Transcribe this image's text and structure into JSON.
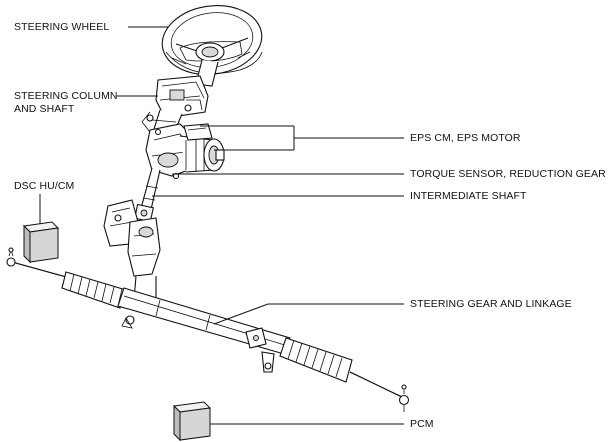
{
  "labels": {
    "steering_wheel": "STEERING WHEEL",
    "steering_column_line1": "STEERING COLUMN",
    "steering_column_line2": "AND SHAFT",
    "dsc_hu_cm": "DSC HU/CM",
    "eps_cm_motor": "EPS CM, EPS MOTOR",
    "torque_sensor": "TORQUE SENSOR, REDUCTION GEAR",
    "intermediate_shaft": "INTERMEDIATE SHAFT",
    "steering_gear": "STEERING GEAR AND LINKAGE",
    "pcm": "PCM"
  },
  "components": [
    {
      "id": "steering-wheel",
      "icon": "steering-wheel-icon"
    },
    {
      "id": "steering-column",
      "icon": "column-icon"
    },
    {
      "id": "eps-motor",
      "icon": "motor-icon"
    },
    {
      "id": "intermediate-shaft",
      "icon": "shaft-icon"
    },
    {
      "id": "steering-gear",
      "icon": "rack-icon"
    },
    {
      "id": "dsc-module",
      "icon": "module-box-icon"
    },
    {
      "id": "pcm-module",
      "icon": "module-box-icon"
    }
  ]
}
